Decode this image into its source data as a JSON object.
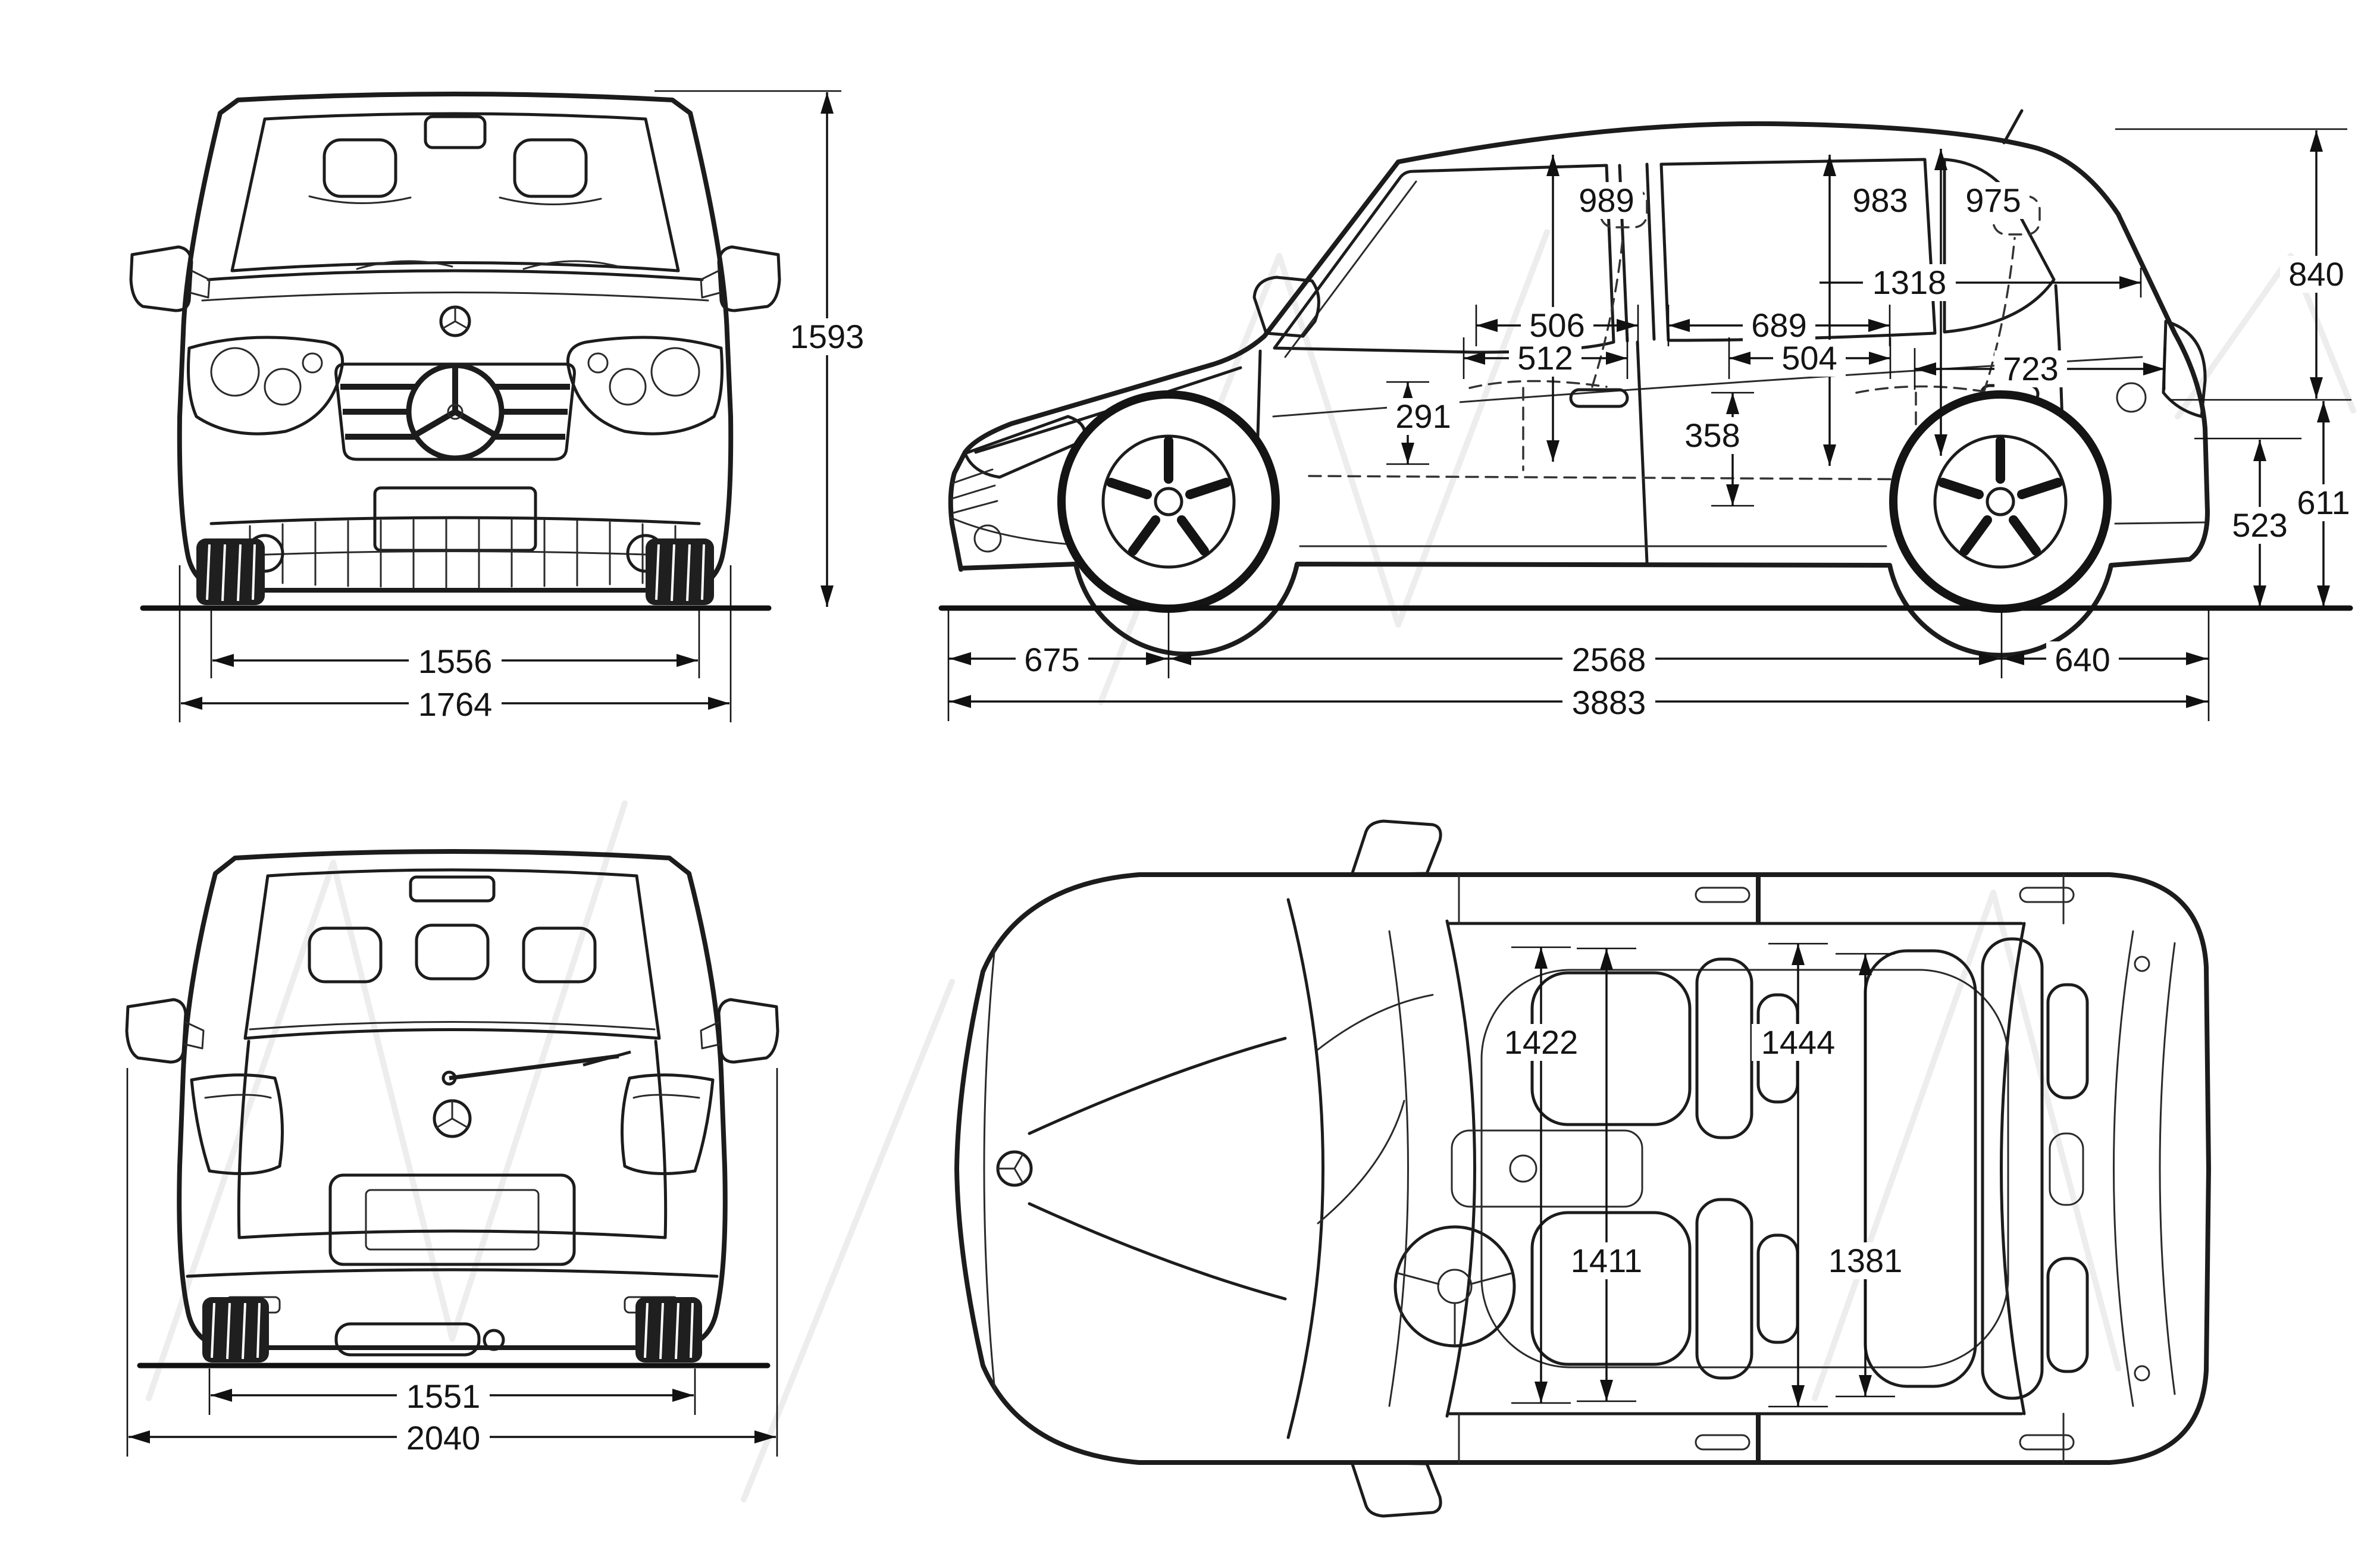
{
  "front_view": {
    "overall_height": "1593",
    "track_width": "1556",
    "overall_width": "1764"
  },
  "side_view": {
    "headroom_front": "989",
    "headroom_rear": "983",
    "tailgate_opening_height": "975",
    "load_width": "1318",
    "knee_room_front": "506",
    "knee_room_rear": "689",
    "seat_depth_front": "512",
    "seat_depth_rear": "504",
    "load_floor_length": "723",
    "seat_height_front": "291",
    "seat_height_rear": "358",
    "rear_opening_height": "840",
    "load_sill_height": "611",
    "bumper_height": "523",
    "front_overhang": "675",
    "wheelbase": "2568",
    "rear_overhang": "640",
    "overall_length": "3883"
  },
  "rear_view": {
    "track_width": "1551",
    "overall_width_mirrors": "2040"
  },
  "top_view": {
    "interior_width_front": "1422",
    "interior_width_rear": "1444",
    "interior_width_front_lower": "1411",
    "interior_width_rear_lower": "1381"
  }
}
